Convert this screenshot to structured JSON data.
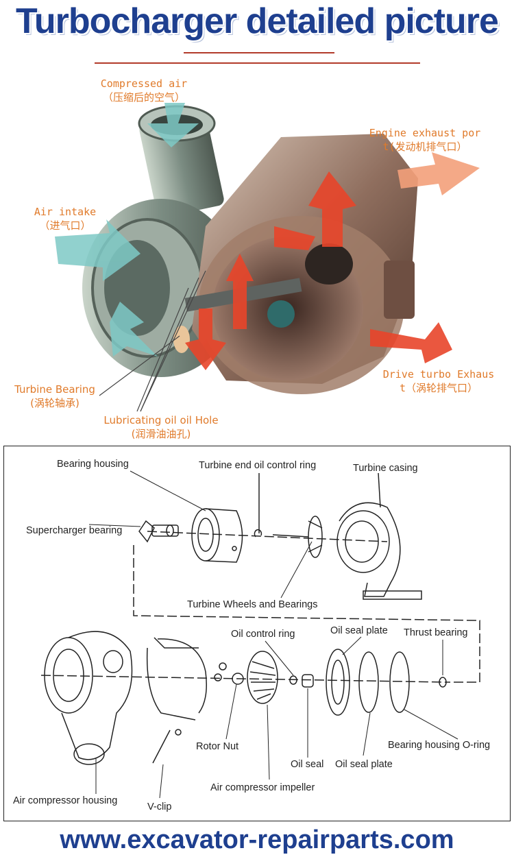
{
  "header": {
    "title": "Turbocharger detailed picture"
  },
  "photo_labels": {
    "compressed_air": "Compressed air",
    "compressed_air_cn": "（压缩后的空气）",
    "engine_exhaust_1": "Engine exhaust por",
    "engine_exhaust_2": "t(发动机排气口）",
    "air_intake": "Air intake",
    "air_intake_cn": "（进气口）",
    "turbine_bearing": "Turbine Bearing",
    "turbine_bearing_cn": "(涡轮轴承)",
    "lub_hole": "Lubricating oil oil Hole",
    "lub_hole_cn": "(润滑油油孔)",
    "drive_exhaust_1": "Drive turbo Exhaus",
    "drive_exhaust_2": "t（涡轮排气口）"
  },
  "parts": {
    "bearing_housing": "Bearing housing",
    "turbine_end_ring": "Turbine end oil control ring",
    "turbine_casing": "Turbine casing",
    "supercharger_bearing": "Supercharger bearing",
    "turbine_wheels": "Turbine Wheels and Bearings",
    "oil_control_ring": "Oil control ring",
    "oil_seal_plate_top": "Oil seal plate",
    "thrust_bearing": "Thrust bearing",
    "bearing_oring": "Bearing housing O-ring",
    "rotor_nut": "Rotor Nut",
    "oil_seal": "Oil seal",
    "oil_seal_plate_bottom": "Oil seal plate",
    "air_impeller": "Air compressor impeller",
    "air_housing": "Air compressor housing",
    "v_clip": "V-clip"
  },
  "footer": {
    "url": "www.excavator-repairparts.com"
  },
  "colors": {
    "title_blue": "#1e3f8f",
    "label_orange": "#e07a2a",
    "rule_red": "#b23a2a",
    "arrow_red": "#e8452a",
    "arrow_teal": "#7ec9c6"
  }
}
